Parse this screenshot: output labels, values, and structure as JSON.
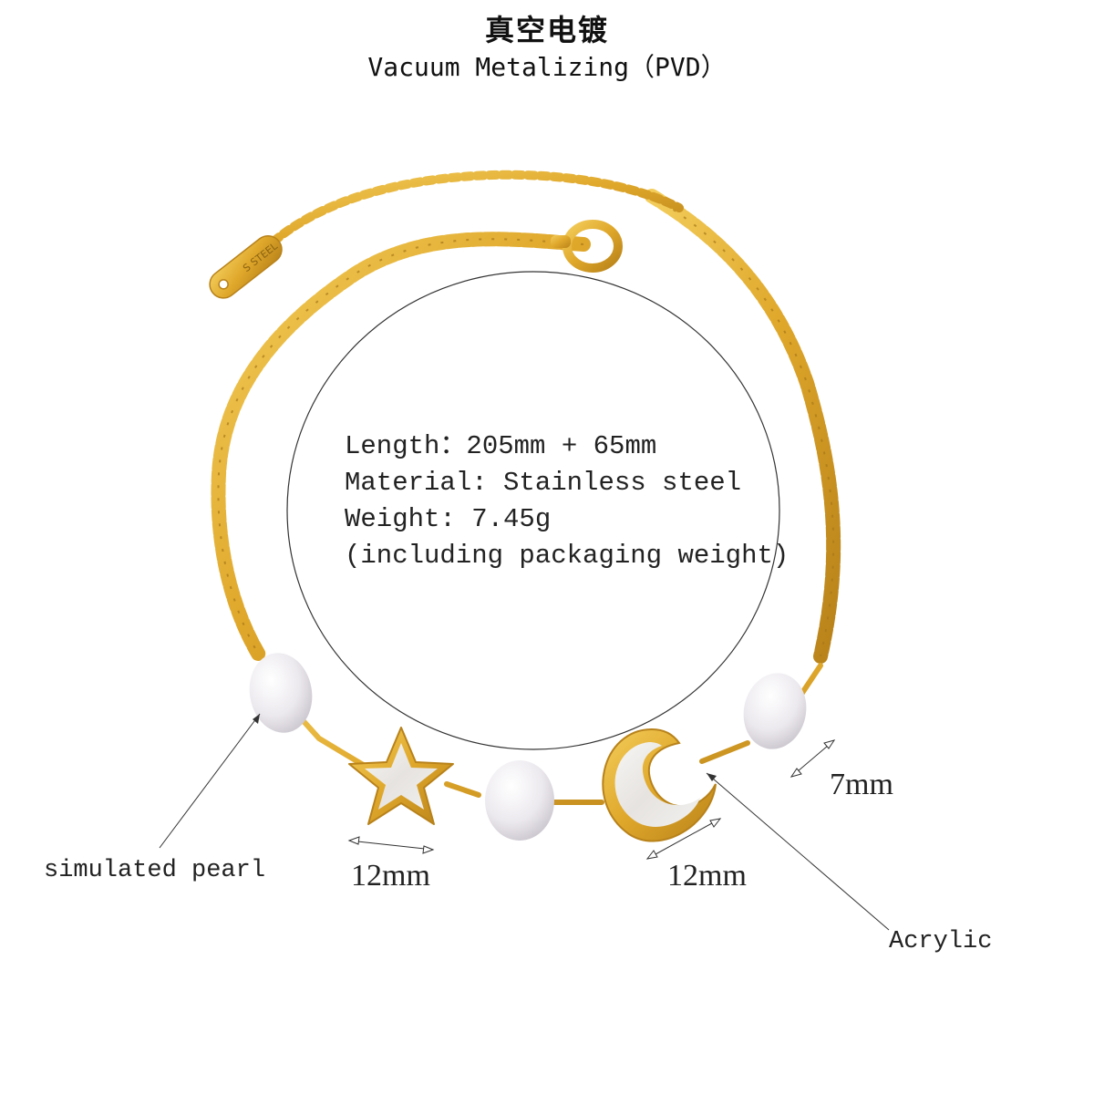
{
  "title_cn": "真空电镀",
  "title_en": "Vacuum Metalizing（PVD）",
  "specs": {
    "length": "Length：205mm + 65mm",
    "material": "Material: Stainless steel",
    "weight": "Weight: 7.45g",
    "weight_note": "(including packaging weight)"
  },
  "tag_text": "S STEEL",
  "labels": {
    "pearl": "simulated pearl",
    "acrylic": "Acrylic",
    "star_size": "12mm",
    "moon_size": "12mm",
    "pearl_size": "7mm"
  },
  "colors": {
    "gold": "#e0ad2e",
    "gold_dark": "#b9861a",
    "pearl": "#f4f2f4",
    "shell": "#eceaea"
  }
}
